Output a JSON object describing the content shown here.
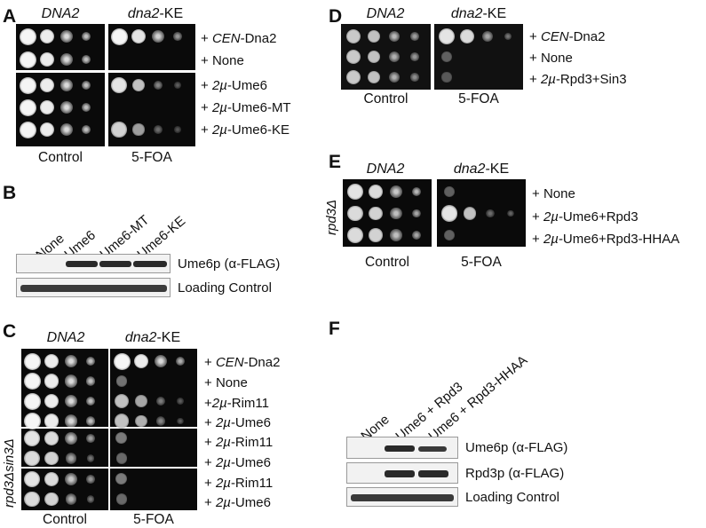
{
  "panels": {
    "A": {
      "letter": "A",
      "header_left": "DNA2",
      "header_right_italic": "dna2",
      "header_right_rest": "-KE",
      "caption_left": "Control",
      "caption_right": "5-FOA",
      "rows": [
        {
          "prefix": "+ ",
          "italic": "CEN",
          "rest": "-Dna2"
        },
        {
          "prefix": "+ ",
          "italic": "",
          "rest": "None"
        },
        {
          "prefix": "+ ",
          "italic": "2µ",
          "rest": "-Ume6"
        },
        {
          "prefix": "+ ",
          "italic": "2µ",
          "rest": "-Ume6-MT"
        },
        {
          "prefix": "+ ",
          "italic": "2µ",
          "rest": "-Ume6-KE"
        }
      ]
    },
    "B": {
      "letter": "B",
      "lanes": [
        "None",
        "Ume6",
        "Ume6-MT",
        "Ume6-KE"
      ],
      "blot_labels": [
        "Ume6p (α-FLAG)",
        "Loading Control"
      ]
    },
    "C": {
      "letter": "C",
      "header_left": "DNA2",
      "header_right_italic": "dna2",
      "header_right_rest": "-KE",
      "caption_left": "Control",
      "caption_right": "5-FOA",
      "side_label": "rpd3Δsin3Δ",
      "rows": [
        {
          "prefix": "+ ",
          "italic": "CEN",
          "rest": "-Dna2"
        },
        {
          "prefix": "+ ",
          "italic": "",
          "rest": "None"
        },
        {
          "prefix": "+",
          "italic": "2µ",
          "rest": "-Rim11"
        },
        {
          "prefix": "+ ",
          "italic": "2µ",
          "rest": "-Ume6"
        },
        {
          "prefix": "+ ",
          "italic": "2µ",
          "rest": "-Rim11"
        },
        {
          "prefix": "+ ",
          "italic": "2µ",
          "rest": "-Ume6"
        },
        {
          "prefix": "+ ",
          "italic": "2µ",
          "rest": "-Rim11"
        },
        {
          "prefix": "+ ",
          "italic": "2µ",
          "rest": "-Ume6"
        }
      ]
    },
    "D": {
      "letter": "D",
      "header_left": "DNA2",
      "header_right_italic": "dna2",
      "header_right_rest": "-KE",
      "caption_left": "Control",
      "caption_right": "5-FOA",
      "rows": [
        {
          "prefix": "+ ",
          "italic": "CEN",
          "rest": "-Dna2"
        },
        {
          "prefix": "+ ",
          "italic": "",
          "rest": "None"
        },
        {
          "prefix": "+ ",
          "italic": "2µ",
          "rest": "-Rpd3+Sin3"
        }
      ]
    },
    "E": {
      "letter": "E",
      "header_left": "DNA2",
      "header_right_italic": "dna2",
      "header_right_rest": "-KE",
      "caption_left": "Control",
      "caption_right": "5-FOA",
      "side_label": "rpd3Δ",
      "rows": [
        {
          "prefix": "+ ",
          "italic": "",
          "rest": "None"
        },
        {
          "prefix": "+ ",
          "italic": "2µ",
          "rest": "-Ume6+Rpd3"
        },
        {
          "prefix": "+ ",
          "italic": "2µ",
          "rest": "-Ume6+Rpd3-HHAA"
        }
      ]
    },
    "F": {
      "letter": "F",
      "lanes": [
        "None",
        "Ume6 + Rpd3",
        "Ume6 + Rpd3-HHAA"
      ],
      "blot_labels": [
        "Ume6p (α-FLAG)",
        "Rpd3p (α-FLAG)",
        "Loading Control"
      ]
    }
  }
}
